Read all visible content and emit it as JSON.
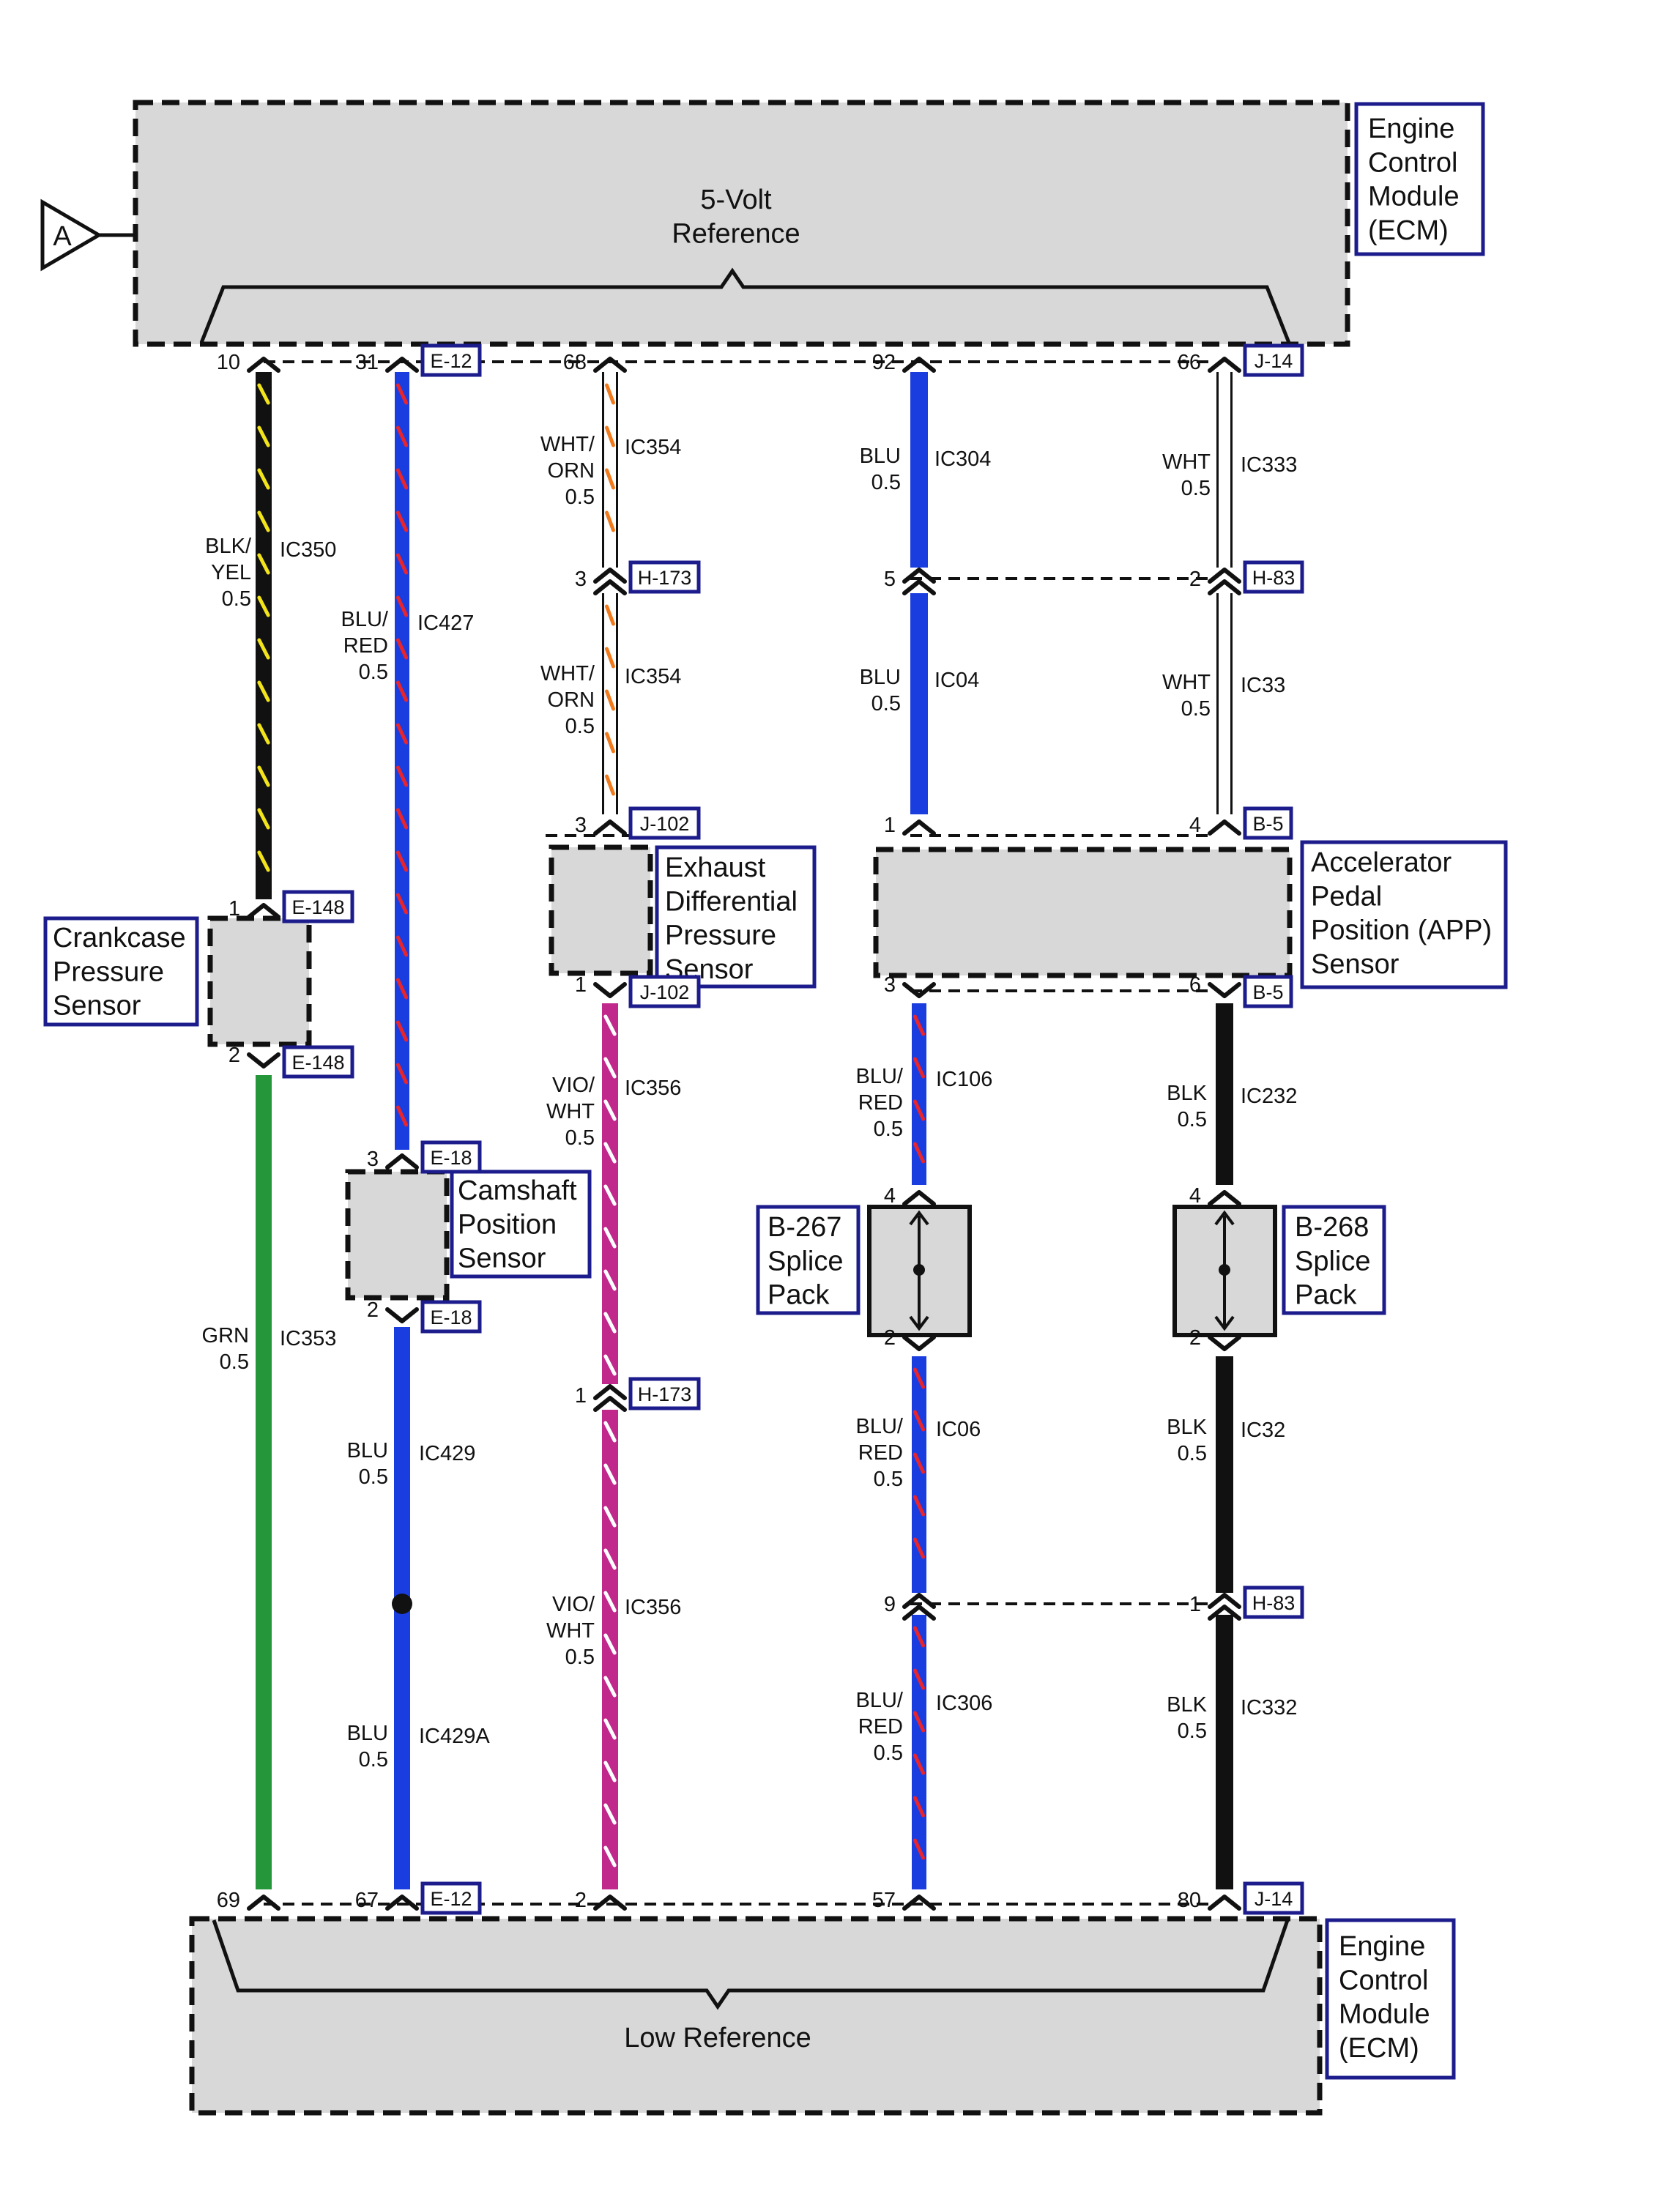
{
  "modules": {
    "top": {
      "name": "Engine\nControl\nModule\n(ECM)",
      "label": "5-Volt\nReference"
    },
    "bottom": {
      "name": "Engine\nControl\nModule\n(ECM)",
      "label": "Low Reference"
    }
  },
  "offpage_ref": "A",
  "components": {
    "crankcase": "Crankcase\nPressure\nSensor",
    "camshaft": "Camshaft\nPosition\nSensor",
    "exhaust": "Exhaust\nDifferential\nPressure\nSensor",
    "app": "Accelerator\nPedal\nPosition (APP)\nSensor",
    "splice_b267": "B-267\nSplice\nPack",
    "splice_b268": "B-268\nSplice\nPack"
  },
  "colors": {
    "black": "#111111",
    "yellow": "#f2e31a",
    "blue": "#1a3de0",
    "red": "#e8242c",
    "orange": "#f07a1c",
    "violet": "#c0288c",
    "green": "#25963a",
    "white": "#ffffff",
    "gray": "#d8d8d8",
    "box": "#1c1c8c"
  },
  "connectors": [
    {
      "id": "c1",
      "pin": "10",
      "tag": ""
    },
    {
      "id": "c2",
      "pin": "31",
      "tag": "E-12"
    },
    {
      "id": "c3",
      "pin": "68",
      "tag": ""
    },
    {
      "id": "c4",
      "pin": "92",
      "tag": ""
    },
    {
      "id": "c5",
      "pin": "66",
      "tag": "J-14"
    },
    {
      "id": "c6",
      "pin": "3",
      "tag": "H-173"
    },
    {
      "id": "c7",
      "pin": "5",
      "tag": ""
    },
    {
      "id": "c8",
      "pin": "2",
      "tag": "H-83"
    },
    {
      "id": "c9",
      "pin": "3",
      "tag": "J-102"
    },
    {
      "id": "c10",
      "pin": "1",
      "tag": ""
    },
    {
      "id": "c11",
      "pin": "4",
      "tag": "B-5"
    },
    {
      "id": "c12",
      "pin": "1",
      "tag": "E-148"
    },
    {
      "id": "c13",
      "pin": "2",
      "tag": "E-148"
    },
    {
      "id": "c14",
      "pin": "1",
      "tag": "J-102"
    },
    {
      "id": "c15",
      "pin": "3",
      "tag": ""
    },
    {
      "id": "c16",
      "pin": "6",
      "tag": "B-5"
    },
    {
      "id": "c17",
      "pin": "3",
      "tag": "E-18"
    },
    {
      "id": "c18",
      "pin": "4",
      "tag": ""
    },
    {
      "id": "c19",
      "pin": "4",
      "tag": ""
    },
    {
      "id": "c20",
      "pin": "2",
      "tag": "E-18"
    },
    {
      "id": "c21",
      "pin": "2",
      "tag": ""
    },
    {
      "id": "c22",
      "pin": "2",
      "tag": ""
    },
    {
      "id": "c23",
      "pin": "1",
      "tag": "H-173"
    },
    {
      "id": "c24",
      "pin": "9",
      "tag": ""
    },
    {
      "id": "c25",
      "pin": "1",
      "tag": "H-83"
    },
    {
      "id": "c26",
      "pin": "69",
      "tag": ""
    },
    {
      "id": "c27",
      "pin": "67",
      "tag": "E-12"
    },
    {
      "id": "c28",
      "pin": "2",
      "tag": ""
    },
    {
      "id": "c29",
      "pin": "57",
      "tag": ""
    },
    {
      "id": "c30",
      "pin": "80",
      "tag": "J-14"
    }
  ],
  "wires": [
    {
      "id": "w1",
      "color": "BLK/\nYEL\n0.5",
      "circuit": "IC350"
    },
    {
      "id": "w2",
      "color": "BLU/\nRED\n0.5",
      "circuit": "IC427"
    },
    {
      "id": "w3",
      "color": "WHT/\nORN\n0.5",
      "circuit": "IC354"
    },
    {
      "id": "w4",
      "color": "WHT/\nORN\n0.5",
      "circuit": "IC354"
    },
    {
      "id": "w5",
      "color": "BLU\n0.5",
      "circuit": "IC304"
    },
    {
      "id": "w6",
      "color": "BLU\n0.5",
      "circuit": "IC04"
    },
    {
      "id": "w7",
      "color": "WHT\n0.5",
      "circuit": "IC333"
    },
    {
      "id": "w8",
      "color": "WHT\n0.5",
      "circuit": "IC33"
    },
    {
      "id": "w9",
      "color": "GRN\n0.5",
      "circuit": "IC353"
    },
    {
      "id": "w10",
      "color": "BLU\n0.5",
      "circuit": "IC429"
    },
    {
      "id": "w11",
      "color": "BLU\n0.5",
      "circuit": "IC429A"
    },
    {
      "id": "w12",
      "color": "VIO/\nWHT\n0.5",
      "circuit": "IC356"
    },
    {
      "id": "w13",
      "color": "VIO/\nWHT\n0.5",
      "circuit": "IC356"
    },
    {
      "id": "w14",
      "color": "BLU/\nRED\n0.5",
      "circuit": "IC106"
    },
    {
      "id": "w15",
      "color": "BLU/\nRED\n0.5",
      "circuit": "IC06"
    },
    {
      "id": "w16",
      "color": "BLU/\nRED\n0.5",
      "circuit": "IC306"
    },
    {
      "id": "w17",
      "color": "BLK\n0.5",
      "circuit": "IC232"
    },
    {
      "id": "w18",
      "color": "BLK\n0.5",
      "circuit": "IC32"
    },
    {
      "id": "w19",
      "color": "BLK\n0.5",
      "circuit": "IC332"
    }
  ]
}
